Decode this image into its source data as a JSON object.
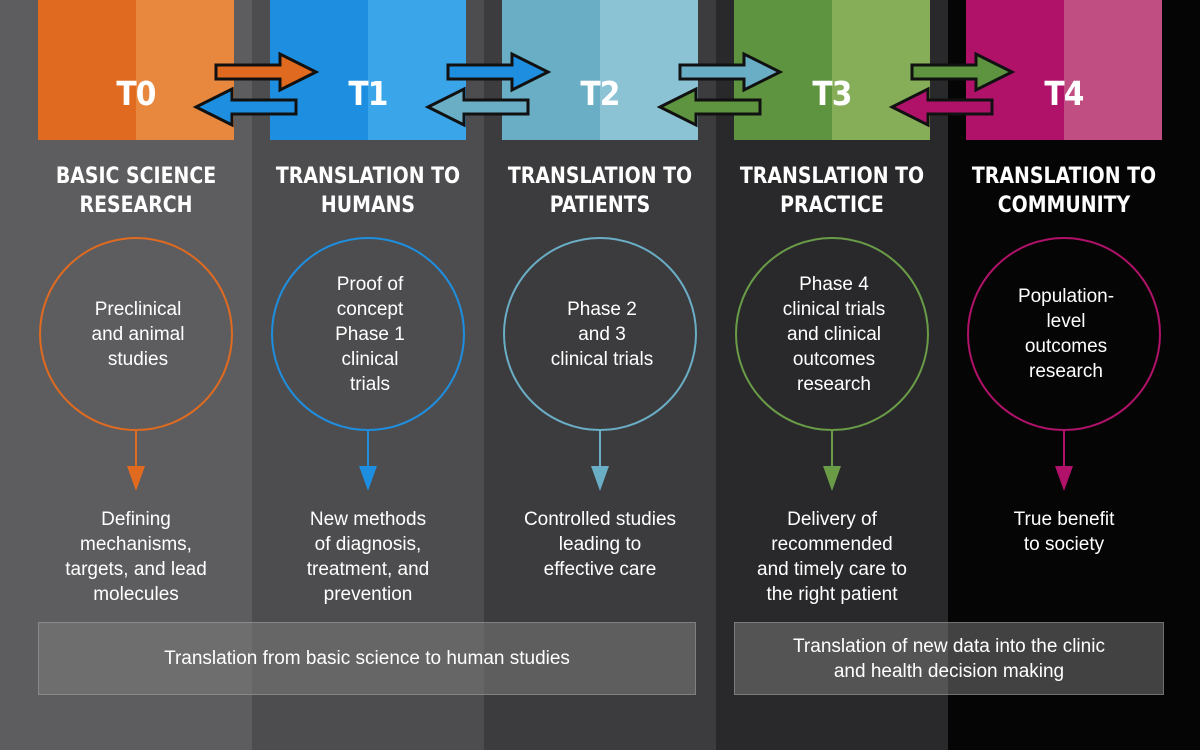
{
  "stages": [
    {
      "code": "T0",
      "title": [
        "BASIC SCIENCE",
        "RESEARCH"
      ],
      "circle_text": [
        "Preclinical",
        "and animal",
        "studies"
      ],
      "outcome": [
        "Defining",
        "mechanisms,",
        "targets, and lead",
        "molecules"
      ],
      "color_dark": "#e06a1f",
      "color_light": "#e8883f",
      "accent": "#e06a1f",
      "bg": "#5d5d5f"
    },
    {
      "code": "T1",
      "title": [
        "TRANSLATION TO",
        "HUMANS"
      ],
      "circle_text": [
        "Proof of",
        "concept",
        "Phase 1",
        "clinical",
        "trials"
      ],
      "outcome": [
        "New methods",
        "of diagnosis,",
        "treatment, and",
        "prevention"
      ],
      "color_dark": "#1e8fe0",
      "color_light": "#3ba5ea",
      "accent": "#1e8fe0",
      "bg": "#4d4d4f"
    },
    {
      "code": "T2",
      "title": [
        "TRANSLATION TO",
        "PATIENTS"
      ],
      "circle_text": [
        "Phase 2",
        "and 3",
        "clinical trials"
      ],
      "outcome": [
        "Controlled studies",
        "leading to",
        "effective care"
      ],
      "color_dark": "#6aaec6",
      "color_light": "#8cc3d4",
      "accent": "#6aaec6",
      "bg": "#3c3c3e"
    },
    {
      "code": "T3",
      "title": [
        "TRANSLATION TO",
        "PRACTICE"
      ],
      "circle_text": [
        "Phase 4",
        "clinical trials",
        "and clinical",
        "outcomes",
        "research"
      ],
      "outcome": [
        "Delivery of",
        "recommended",
        "and timely care to",
        "the right patient"
      ],
      "color_dark": "#5e9440",
      "color_light": "#86ad58",
      "accent": "#6a9c48",
      "bg": "#29292b"
    },
    {
      "code": "T4",
      "title": [
        "TRANSLATION TO",
        "COMMUNITY"
      ],
      "circle_text": [
        "Population-",
        "level",
        "outcomes",
        "research"
      ],
      "outcome": [
        "True benefit",
        "to society"
      ],
      "color_dark": "#b0126a",
      "color_light": "#c04e82",
      "accent": "#b0126a",
      "bg": "#050505"
    }
  ],
  "footers": [
    {
      "text": "Translation from basic science to human studies"
    },
    {
      "text": [
        "Translation of new data into the clinic",
        "and health decision making"
      ]
    }
  ]
}
